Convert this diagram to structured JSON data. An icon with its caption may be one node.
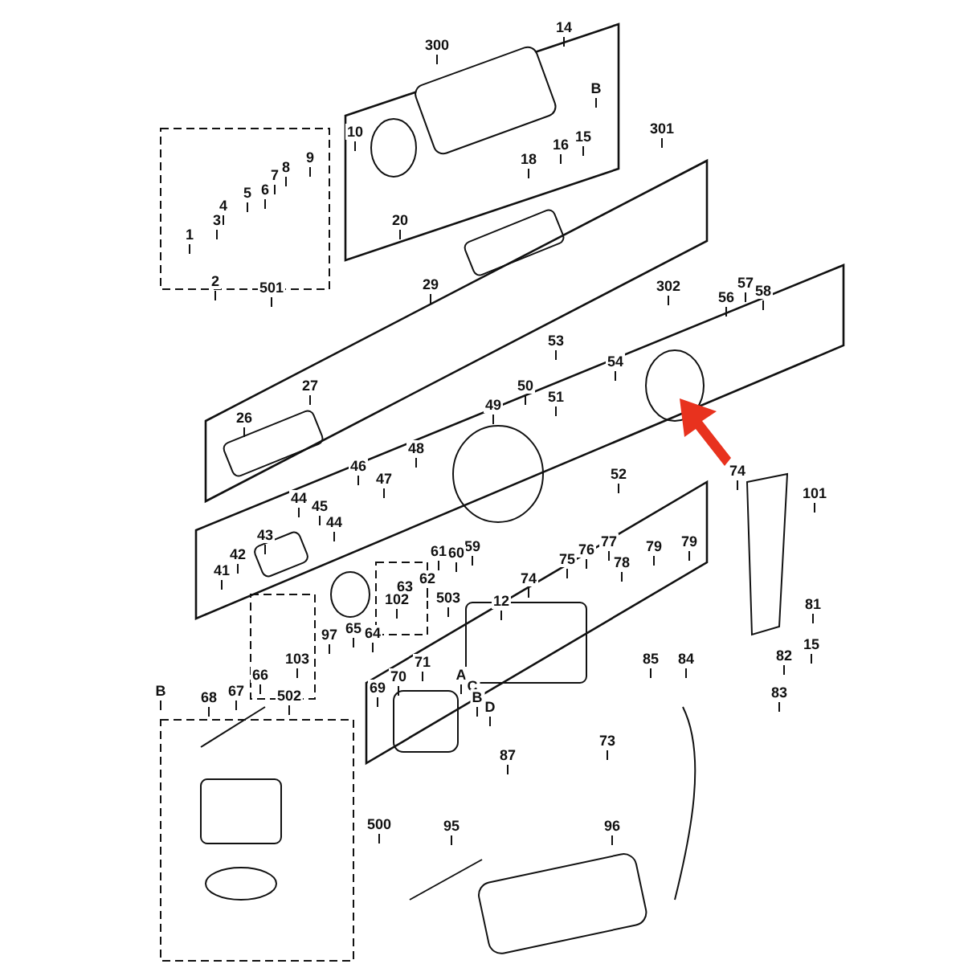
{
  "diagram": {
    "labels": [
      "14",
      "300",
      "B",
      "10",
      "301",
      "15",
      "16",
      "9",
      "18",
      "8",
      "7",
      "6",
      "5",
      "4",
      "3",
      "20",
      "1",
      "2",
      "29",
      "501",
      "302",
      "57",
      "58",
      "56",
      "53",
      "54",
      "27",
      "50",
      "51",
      "49",
      "26",
      "48",
      "46",
      "74",
      "52",
      "47",
      "101",
      "44",
      "45",
      "44",
      "43",
      "79",
      "77",
      "59",
      "79",
      "76",
      "61",
      "60",
      "42",
      "75",
      "78",
      "41",
      "62",
      "74",
      "63",
      "503",
      "102",
      "12",
      "81",
      "65",
      "64",
      "97",
      "15",
      "82",
      "103",
      "85",
      "84",
      "71",
      "66",
      "A",
      "70",
      "C",
      "69",
      "67",
      "B",
      "83",
      "502",
      "68",
      "B",
      "D",
      "73",
      "87",
      "500",
      "95",
      "96"
    ]
  }
}
